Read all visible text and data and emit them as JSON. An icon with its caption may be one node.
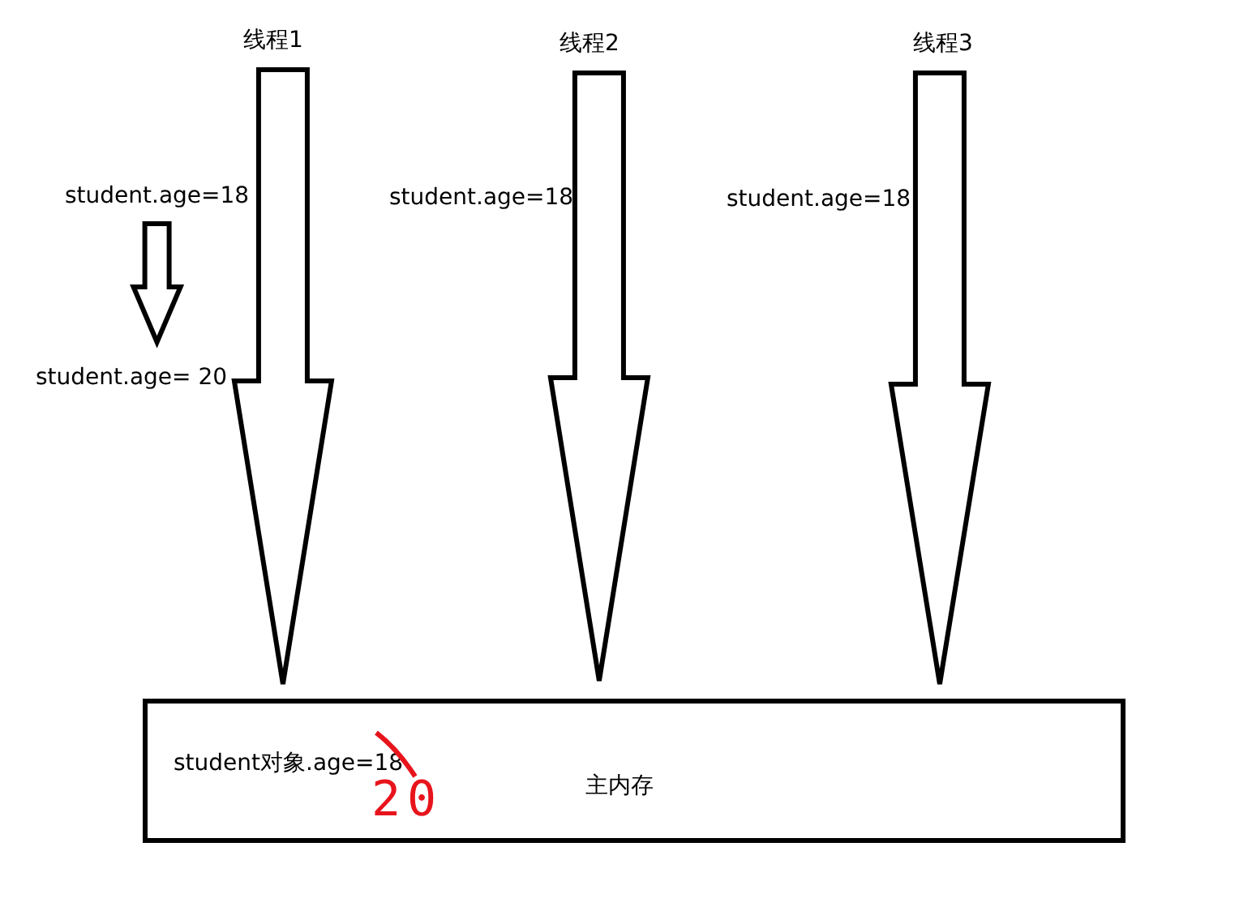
{
  "diagram": {
    "nodes": [
      {
        "text": [
          "线程1"
        ]
      },
      {
        "text": [
          "线程2"
        ]
      },
      {
        "text": [
          "线程3"
        ]
      },
      {
        "text": [
          "student对象.age=18",
          "20",
          "主内存"
        ]
      },
      {
        "text": [
          "student.age=18"
        ]
      },
      {
        "text": [
          "student.age= 20"
        ]
      }
    ],
    "edges": [
      {
        "from": 0,
        "to": 3,
        "arrow": "to"
      },
      {
        "from": 1,
        "to": 3,
        "arrow": "to"
      },
      {
        "from": 2,
        "to": 3,
        "arrow": "to"
      },
      {
        "from": 4,
        "to": 5,
        "arrow": "to"
      }
    ],
    "labels": [
      "student.age=18",
      "student.age=18"
    ]
  }
}
